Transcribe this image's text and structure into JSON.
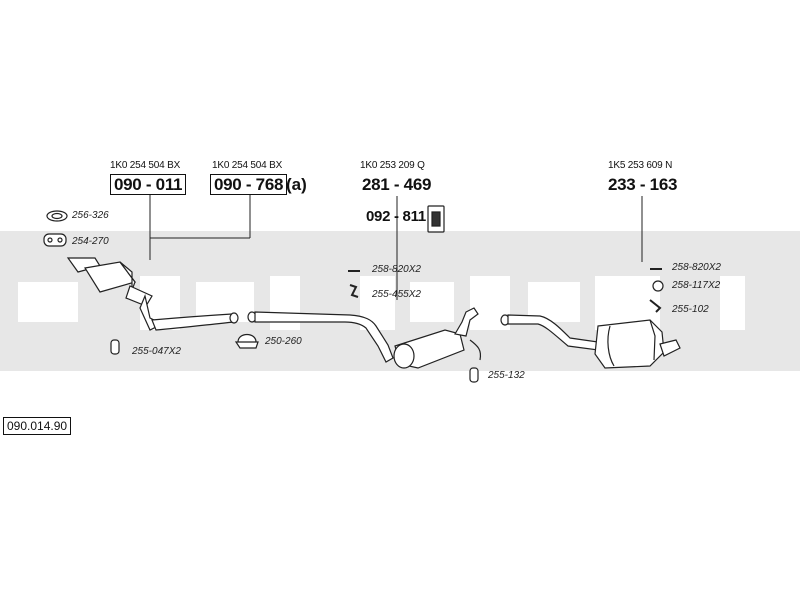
{
  "parts": [
    {
      "oe": "1K0 254 504 BX",
      "number": "090 - 011",
      "name": "catalytic-converter-a"
    },
    {
      "oe": "1K0 254 504 BX",
      "number": "090 - 768",
      "suffix": "(a)",
      "name": "catalytic-converter-b"
    },
    {
      "oe": "1K0 253 209 Q",
      "number": "281 - 469",
      "name": "middle-silencer"
    },
    {
      "number": "092 - 811",
      "name": "mounting-kit"
    },
    {
      "oe": "1K5 253 609 N",
      "number": "233 - 163",
      "name": "rear-silencer"
    }
  ],
  "accessories": [
    "256-326",
    "254-270",
    "255-047X2",
    "250-260",
    "258-820X2",
    "255-455X2",
    "255-132",
    "258-820X2",
    "258-117X2",
    "255-102"
  ],
  "reference": "090.014.90",
  "colors": {
    "watermark": "#e7e7e7",
    "ink": "#111111",
    "pipe_fill": "#ffffff"
  }
}
